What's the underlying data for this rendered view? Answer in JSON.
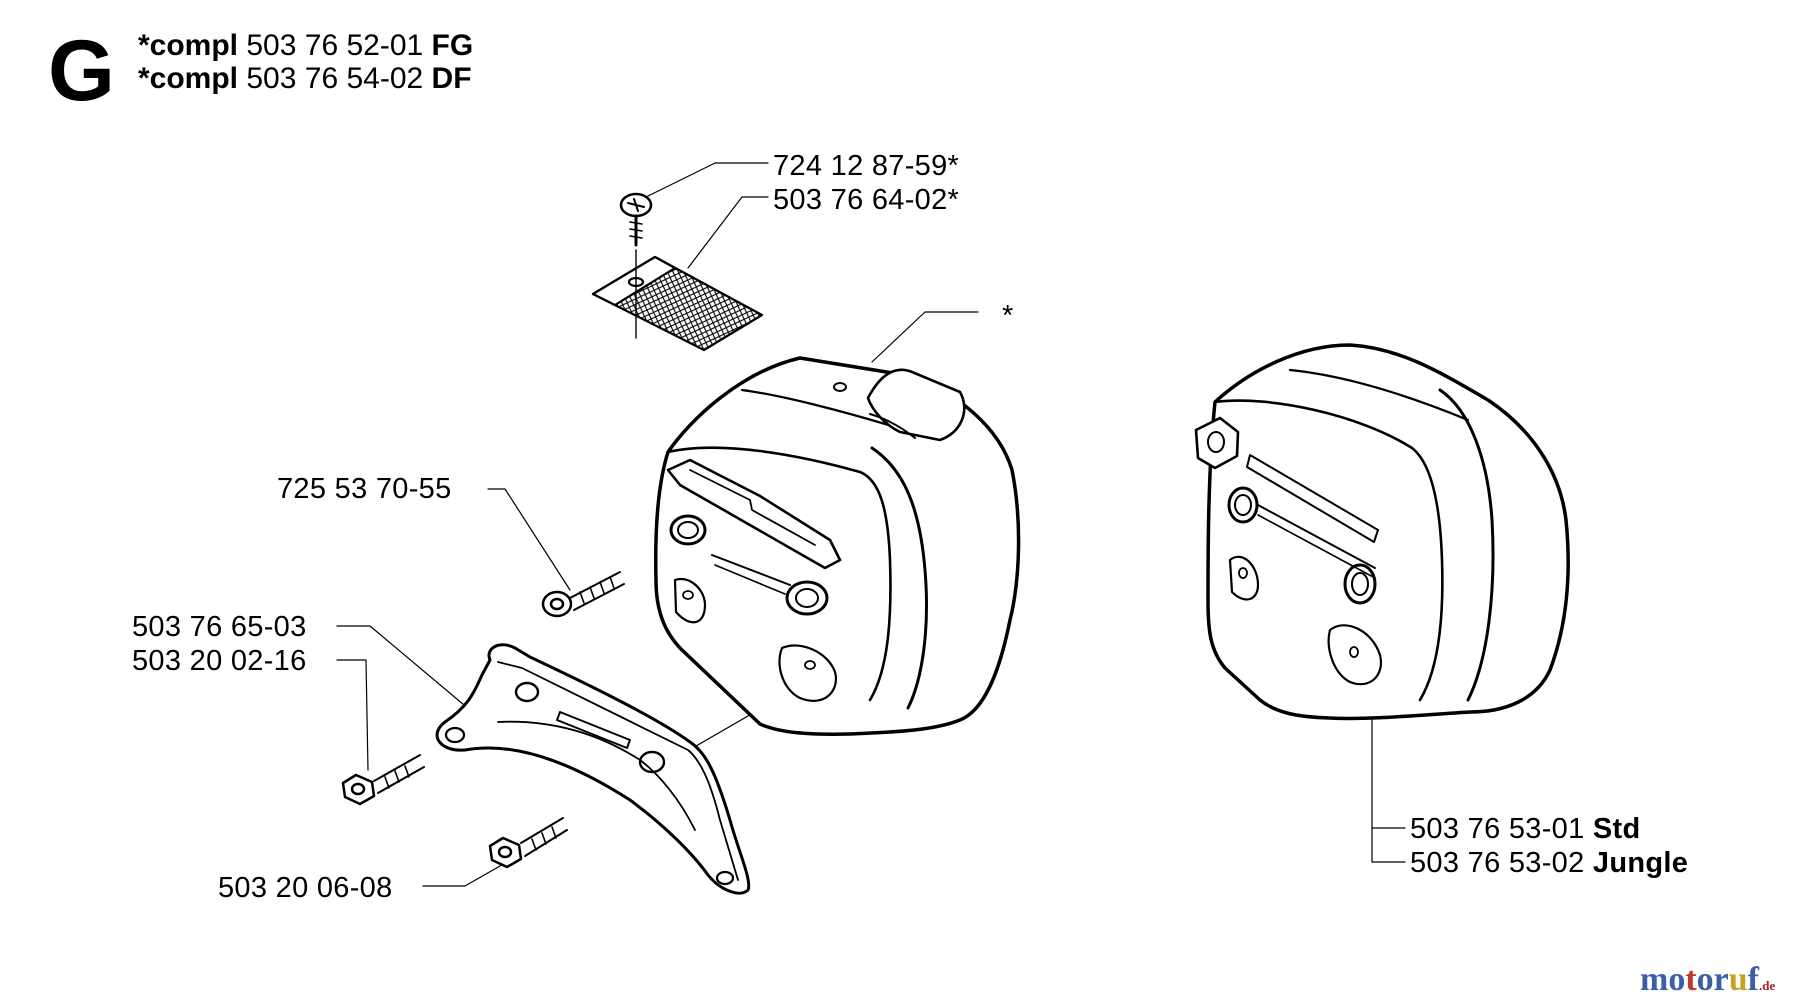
{
  "section": "G",
  "header": {
    "line1": {
      "prefix": "*compl",
      "number": "503 76 52-01",
      "suffix": "FG"
    },
    "line2": {
      "prefix": "*compl",
      "number": "503 76 54-02",
      "suffix": "DF"
    }
  },
  "callouts": {
    "screw_top": "724 12 87-59*",
    "spark_screen": "503 76 64-02*",
    "muffler_marker": "*",
    "bolt": "725 53 70-55",
    "bracket": "503 76 65-03",
    "bracket_screw": "503 20 02-16",
    "bracket_bolt": "503 20 06-08",
    "std_muffler": {
      "number": "503 76 53-01",
      "variant": "Std"
    },
    "jungle_muffler": {
      "number": "503 76 53-02",
      "variant": "Jungle"
    }
  },
  "watermark": {
    "parts": [
      "m",
      "o",
      "t",
      "o",
      "r",
      "u",
      "f"
    ],
    "colors": [
      "#3a5fa8",
      "#3a5fa8",
      "#c0392b",
      "#3a5fa8",
      "#3a5fa8",
      "#c8a028",
      "#3a5fa8"
    ],
    "suffix": ".de"
  }
}
